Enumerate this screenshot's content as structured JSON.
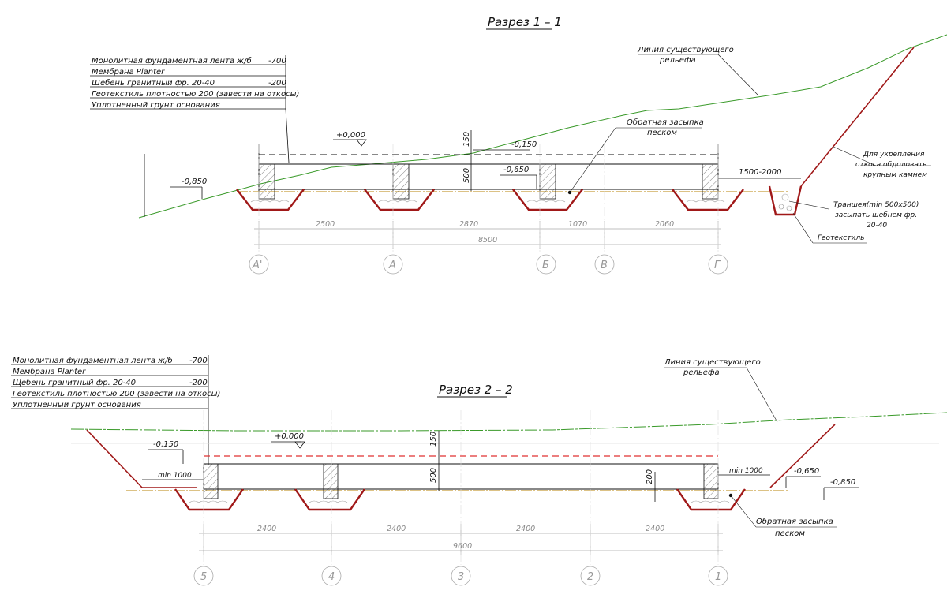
{
  "section1": {
    "title": "Разрез 1 – 1",
    "layers": [
      {
        "label": "Монолитная фундаментная лента ж/б",
        "value": "-700"
      },
      {
        "label": "Мембрана Planter",
        "value": ""
      },
      {
        "label": "Щебень гранитный фр. 20-40",
        "value": "-200"
      },
      {
        "label": "Геотекстиль плотностью 200 (завести на откосы)",
        "value": ""
      },
      {
        "label": "Уплотненный грунт основания",
        "value": ""
      }
    ],
    "terrain_label": [
      "Линия существующего",
      "рельефа"
    ],
    "backfill_label": [
      "Обратная засыпка",
      "песком"
    ],
    "slope_label": [
      "Для укрепления",
      "откоса обдоловать",
      "крупным камнем"
    ],
    "trench_label": [
      "Траншея(min 500х500)",
      "засыпать щебнем фр.",
      "20-40"
    ],
    "geotextile_label": "Геотекстиль",
    "levels": {
      "zero": "+0,000",
      "m150": "-0,150",
      "m650": "-0,650",
      "m850": "-0,850"
    },
    "heights": {
      "h150": "150",
      "h500": "500"
    },
    "offset": "1500-2000",
    "dims": {
      "d1": "2500",
      "d2": "2870",
      "d3": "1070",
      "d4": "2060",
      "total": "8500"
    },
    "axes": [
      "А'",
      "А",
      "Б",
      "В",
      "Г"
    ]
  },
  "section2": {
    "title": "Разрез 2 – 2",
    "layers": [
      {
        "label": "Монолитная фундаментная лента ж/б",
        "value": "-700"
      },
      {
        "label": "Мембрана Planter",
        "value": ""
      },
      {
        "label": "Щебень гранитный фр. 20-40",
        "value": "-200"
      },
      {
        "label": "Геотекстиль плотностью 200 (завести на откосы)",
        "value": ""
      },
      {
        "label": "Уплотненный грунт основания",
        "value": ""
      }
    ],
    "terrain_label": [
      "Линия существующего",
      "рельефа"
    ],
    "backfill_label": [
      "Обратная засыпка",
      "песком"
    ],
    "levels": {
      "zero": "+0,000",
      "m150": "-0,150",
      "m650": "-0,650",
      "m850": "-0,850"
    },
    "heights": {
      "h150": "150",
      "h500": "500",
      "h200": "200"
    },
    "min_left": "min 1000",
    "min_right": "min 1000",
    "dims": {
      "d1": "2400",
      "d2": "2400",
      "d3": "2400",
      "d4": "2400",
      "total": "9600"
    },
    "axes": [
      "5",
      "4",
      "3",
      "2",
      "1"
    ]
  },
  "colors": {
    "terrain": "#3a9a2a",
    "membrane": "#a01818",
    "ground": "#b8860b",
    "dash_red": "#e03030",
    "axis": "#aaaaaa"
  }
}
